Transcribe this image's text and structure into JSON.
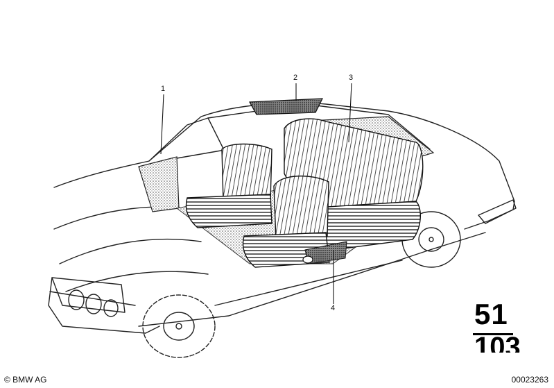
{
  "diagram": {
    "callouts": [
      {
        "label": "1"
      },
      {
        "label": "2"
      },
      {
        "label": "3"
      },
      {
        "label": "4"
      }
    ],
    "group_number": {
      "major": "51",
      "minor": "103"
    },
    "footer": {
      "copyright": "© BMW AG",
      "document_number": "00023263"
    }
  }
}
